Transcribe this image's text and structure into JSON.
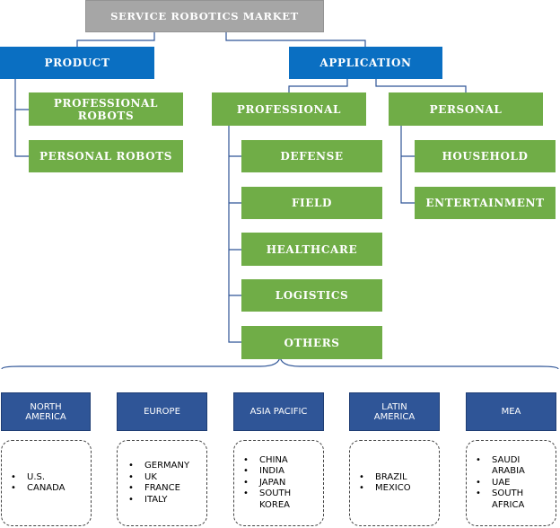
{
  "title": "SERVICE ROBOTICS MARKET",
  "product": {
    "label": "PRODUCT",
    "children": [
      "PROFESSIONAL ROBOTS",
      "PERSONAL ROBOTS"
    ]
  },
  "application": {
    "label": "APPLICATION",
    "professional": {
      "label": "PROFESSIONAL",
      "children": [
        "DEFENSE",
        "FIELD",
        "HEALTHCARE",
        "LOGISTICS",
        "OTHERS"
      ]
    },
    "personal": {
      "label": "PERSONAL",
      "children": [
        "HOUSEHOLD",
        "ENTERTAINMENT"
      ]
    }
  },
  "regions": [
    {
      "label": "NORTH AMERICA",
      "countries": [
        "U.S.",
        "CANADA"
      ]
    },
    {
      "label": "EUROPE",
      "countries": [
        "GERMANY",
        "UK",
        "FRANCE",
        "ITALY"
      ]
    },
    {
      "label": "ASIA PACIFIC",
      "countries": [
        "CHINA",
        "INDIA",
        "JAPAN",
        "SOUTH KOREA"
      ]
    },
    {
      "label": "LATIN AMERICA",
      "countries": [
        "BRAZIL",
        "MEXICO"
      ]
    },
    {
      "label": "MEA",
      "countries": [
        "SAUDI ARABIA",
        "UAE",
        "SOUTH AFRICA"
      ]
    }
  ],
  "colors": {
    "root": "#a6a6a6",
    "level1": "#0a6fc2",
    "level2": "#70ad47",
    "region": "#2f5597",
    "connector": "#2f5597"
  }
}
